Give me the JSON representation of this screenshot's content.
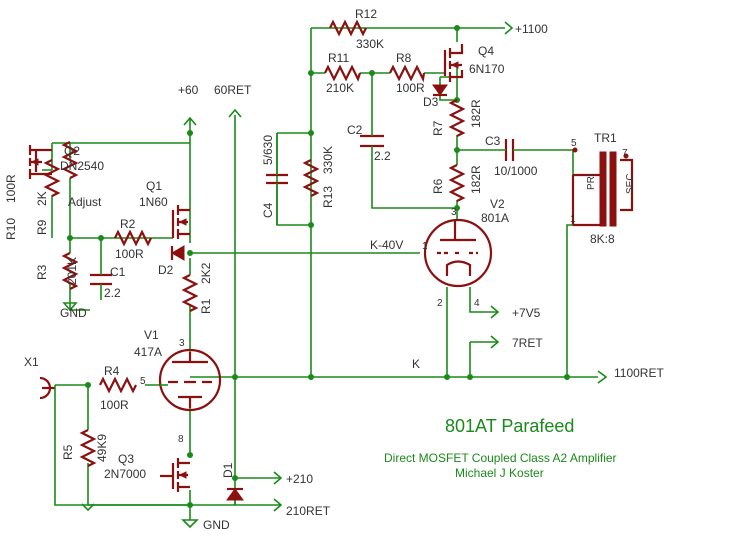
{
  "title": "801AT Parafeed",
  "subtitle_line1": "Direct MOSFET Coupled Class A2 Amplifier",
  "subtitle_line2": "Michael J Koster",
  "colors": {
    "wire": "#1a8a1a",
    "component": "#8b1010",
    "text": "#333333"
  },
  "nets": {
    "p1100": "+1100",
    "p60": "+60",
    "r60": "60RET",
    "p7v5": "+7V5",
    "r7": "7RET",
    "r1100": "1100RET",
    "p210": "+210",
    "r210": "210RET",
    "gnd1": "GND",
    "gnd2": "GND",
    "k40": "K-40V",
    "k": "K",
    "adjust": "Adjust"
  },
  "components": {
    "R12": {
      "ref": "R12",
      "val": "330K"
    },
    "R11": {
      "ref": "R11",
      "val": "210K"
    },
    "R8": {
      "ref": "R8",
      "val": "100R"
    },
    "Q4": {
      "ref": "Q4",
      "val": "6N170"
    },
    "D3": {
      "ref": "D3"
    },
    "R7": {
      "ref": "R7",
      "val": "182R"
    },
    "C2": {
      "ref": "C2",
      "val": "2.2"
    },
    "C3": {
      "ref": "C3",
      "val": "10/1000"
    },
    "R6": {
      "ref": "R6",
      "val": "182R"
    },
    "TR1": {
      "ref": "TR1",
      "val": "8K:8",
      "pri": "PRI",
      "sec": "SEC"
    },
    "V2": {
      "ref": "V2",
      "val": "801A"
    },
    "C4": {
      "ref": "C4",
      "val": "5/630"
    },
    "R13": {
      "ref": "R13",
      "val": "330K"
    },
    "Q2": {
      "ref": "Q2",
      "val": "DN2540"
    },
    "R10": {
      "ref": "R10",
      "val": "100R"
    },
    "R9": {
      "ref": "R9",
      "val": "2K"
    },
    "Q1": {
      "ref": "Q1",
      "val": "1N60"
    },
    "R2": {
      "ref": "R2",
      "val": "100R"
    },
    "D2": {
      "ref": "D2"
    },
    "R3": {
      "ref": "R3",
      "val": "201K"
    },
    "C1": {
      "ref": "C1",
      "val": "2.2"
    },
    "R1": {
      "ref": "R1",
      "val": "2K2"
    },
    "V1": {
      "ref": "V1",
      "val": "417A"
    },
    "X1": {
      "ref": "X1"
    },
    "R4": {
      "ref": "R4",
      "val": "100R"
    },
    "R5": {
      "ref": "R5",
      "val": "49K9"
    },
    "Q3": {
      "ref": "Q3",
      "val": "2N7000"
    },
    "D1": {
      "ref": "D1"
    }
  },
  "pins": {
    "v2_a": "3",
    "v2_g": "1",
    "v2_f1": "2",
    "v2_f2": "4",
    "v1_a": "3",
    "v1_g": "5",
    "v1_k": "8",
    "tr_p5": "5",
    "tr_p1": "1",
    "tr_s7": "7"
  }
}
